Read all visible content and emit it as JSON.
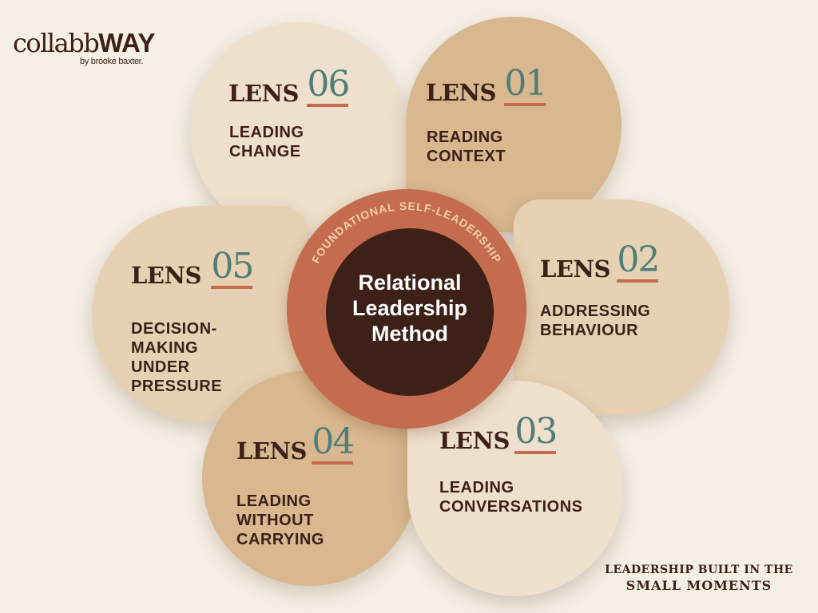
{
  "brand": {
    "name_light": "collabb",
    "name_bold": "WAY",
    "byline": "by brooke baxter."
  },
  "center": {
    "title": "Relational Leadership Method",
    "ring_label": "FOUNDATIONAL SELF-LEADERSHIP"
  },
  "lens_word": "LENS",
  "lenses": [
    {
      "number": "01",
      "title": "READING\nCONTEXT"
    },
    {
      "number": "02",
      "title": "ADDRESSING\nBEHAVIOUR"
    },
    {
      "number": "03",
      "title": "LEADING\nCONVERSATIONS"
    },
    {
      "number": "04",
      "title": "LEADING\nWITHOUT\nCARRYING"
    },
    {
      "number": "05",
      "title": "DECISION-\nMAKING\nUNDER\nPRESSURE"
    },
    {
      "number": "06",
      "title": "LEADING\nCHANGE"
    }
  ],
  "tagline": {
    "line1": "LEADERSHIP BUILT IN THE",
    "line2": "SMALL MOMENTS"
  },
  "colors": {
    "background": "#f5efe5",
    "dark_brown": "#3d2018",
    "terracotta": "#c46c4d",
    "teal": "#4f7d78",
    "petal_light": "#eee0cc",
    "petal_mid": "#e6d1b3",
    "petal_dark": "#d9b88f"
  }
}
